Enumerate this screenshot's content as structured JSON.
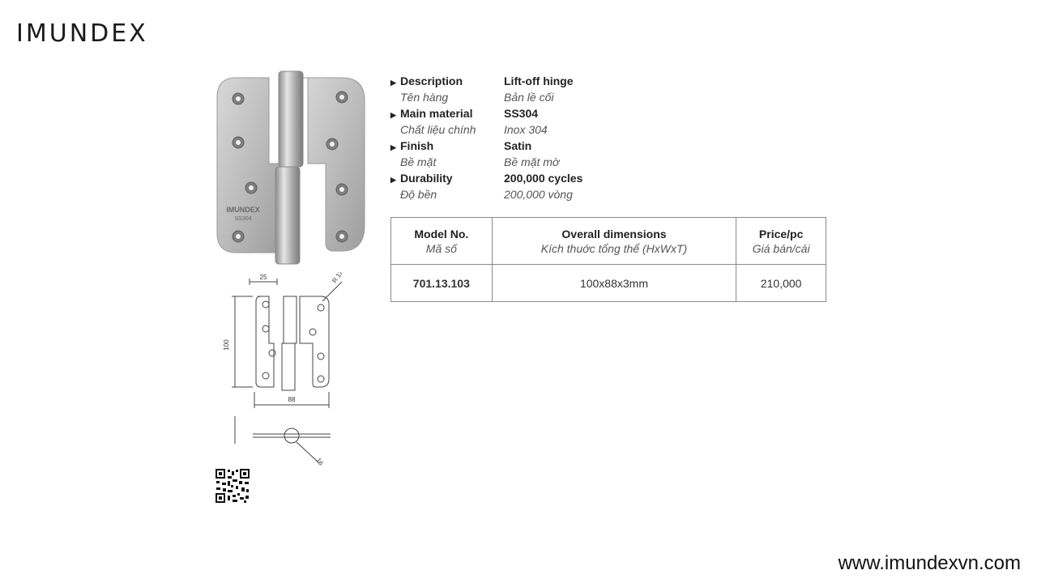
{
  "brand": {
    "logo_text": "IMUNDEX",
    "website": "www.imundexvn.com"
  },
  "product_photo": {
    "engraving_brand": "IMUNDEX",
    "engraving_material": "SS304"
  },
  "drawing": {
    "dim_top": "25",
    "dim_radius": "R 12.5",
    "dim_height": "100",
    "dim_width": "88",
    "dim_diameter": "16"
  },
  "specs": [
    {
      "label": "Description",
      "value": "Lift-off hinge"
    },
    {
      "label": "Tên hàng",
      "value": "Bản lề cối"
    },
    {
      "label": "Main material",
      "value": "SS304"
    },
    {
      "label": "Chất liệu chính",
      "value": "Inox 304"
    },
    {
      "label": "Finish",
      "value": "Satin"
    },
    {
      "label": "Bề mặt",
      "value": "Bề mặt mờ"
    },
    {
      "label": "Durability",
      "value": "200,000 cycles"
    },
    {
      "label": "Độ bền",
      "value": "200,000 vòng"
    }
  ],
  "table": {
    "headers": [
      {
        "en": "Model No.",
        "vi": "Mã số"
      },
      {
        "en": "Overall dimensions",
        "vi": "Kích thuớc tổng thể (HxWxT)"
      },
      {
        "en": "Price/pc",
        "vi": "Giá bán/cái"
      }
    ],
    "rows": [
      {
        "model": "701.13.103",
        "dimensions": "100x88x3mm",
        "price": "210,000"
      }
    ]
  }
}
